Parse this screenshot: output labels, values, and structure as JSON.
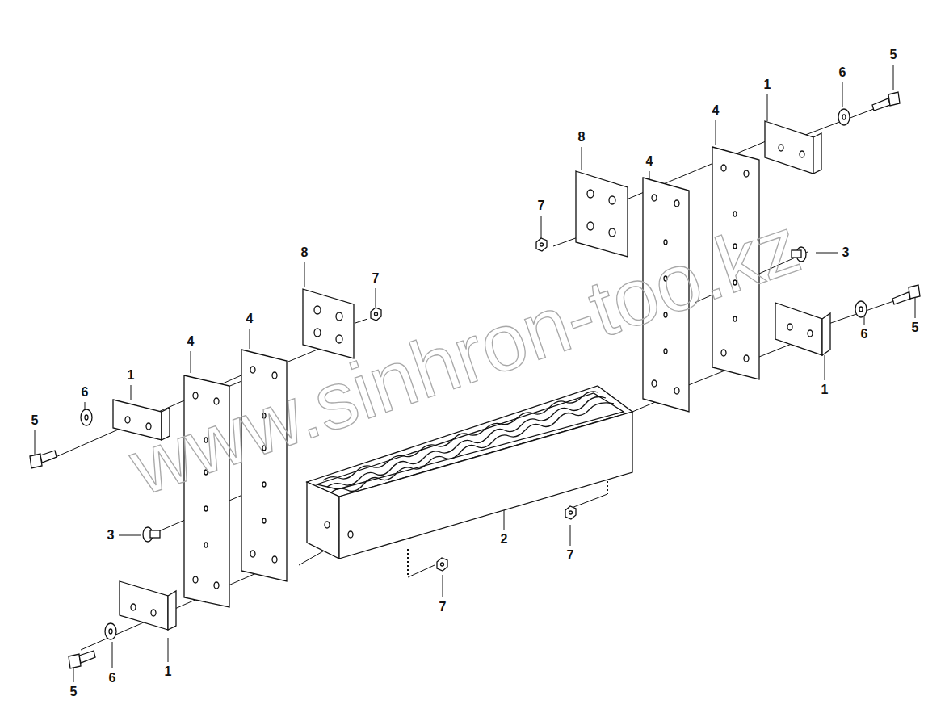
{
  "diagram": {
    "labels": [
      "5",
      "6",
      "1",
      "4",
      "8",
      "4",
      "7",
      "3",
      "8",
      "7",
      "4",
      "5",
      "4",
      "6",
      "1",
      "1",
      "6",
      "5",
      "2",
      "3",
      "7",
      "7",
      "5",
      "6",
      "1",
      "www.sinhron-too.kz"
    ]
  }
}
